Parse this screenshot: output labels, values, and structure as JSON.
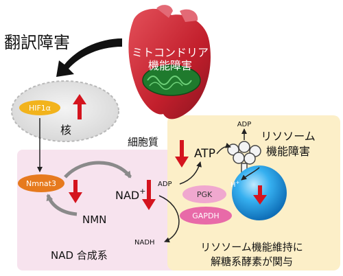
{
  "labels": {
    "translation_disorder": "翻訳障害",
    "mito_dysfunction": [
      "ミトコンドリア",
      "機能障害"
    ],
    "hif": "HIF1α",
    "nucleus": "核",
    "cytoplasm": "細胞質",
    "nmnat": "Nmnat3",
    "nmn": "NMN",
    "nad_plus": "NAD",
    "nad_plus_sup": "+",
    "nadh": "NADH",
    "nad_synthesis": "NAD 合成系",
    "adp_left": "ADP",
    "atp": "ATP",
    "adp_top": "ADP",
    "pgk": "PGK",
    "gapdh": "GAPDH",
    "lysosome_dysfunction": [
      "リソソーム",
      "機能障害"
    ],
    "proton": "H",
    "proton_sup": "+",
    "lysosome_note": [
      "リソソーム機能維持に",
      "解糖系酵素が関与"
    ]
  },
  "colors": {
    "pink_panel": "#f7e3ee",
    "yellow_panel": "#fcefc8",
    "heart_red": "#c8232f",
    "mito_green": "#1e7a2c",
    "hif_orange": "#f2b31c",
    "nmnat_orange": "#e67a1e",
    "pgk_pink": "#f0a8cf",
    "gapdh_pink": "#e86aa8",
    "lysosome_blue": "#1e9ce6",
    "arrow_red": "#d4141e"
  }
}
